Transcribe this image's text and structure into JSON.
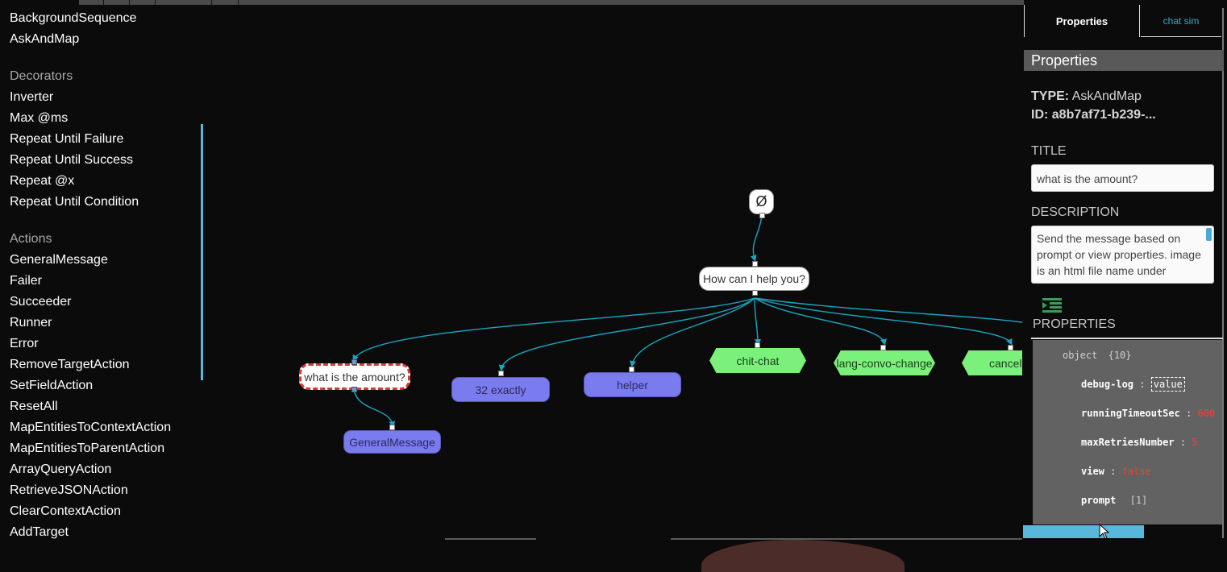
{
  "sidebar": {
    "rows_top": [
      "BackgroundSequence",
      "AskAndMap"
    ],
    "decorators_header": "Decorators",
    "decorators": [
      "Inverter",
      "Max @ms",
      "Repeat Until Failure",
      "Repeat Until Success",
      "Repeat @x",
      "Repeat Until Condition"
    ],
    "actions_header": "Actions",
    "actions": [
      "GeneralMessage",
      "Failer",
      "Succeeder",
      "Runner",
      "Error",
      "RemoveTargetAction",
      "SetFieldAction",
      "ResetAll",
      "MapEntitiesToContextAction",
      "MapEntitiesToParentAction",
      "ArrayQueryAction",
      "RetrieveJSONAction",
      "ClearContextAction",
      "AddTarget"
    ]
  },
  "canvas": {
    "root_symbol": "Ø",
    "nodes": {
      "how_can_i_help": "How can I help you?",
      "what_is_amount": "what is the amount?",
      "exactly_32": "32 exactly",
      "helper": "helper",
      "chit_chat": "chit-chat",
      "lang_convo_change": "lang-convo-change",
      "cancel": "cancel",
      "general_message": "GeneralMessage"
    }
  },
  "panel": {
    "tabs": {
      "properties": "Properties",
      "chat_sim": "chat sim"
    },
    "header": "Properties",
    "type_label": "TYPE:",
    "type_value": "AskAndMap",
    "id_label": "ID:",
    "id_value": "a8b7af71-b239-...",
    "title_label": "TITLE",
    "title_value": "what is the amount?",
    "description_label": "DESCRIPTION",
    "description_value": "Send the message based on prompt or view properties. image is an html file name under",
    "properties_label": "PROPERTIES",
    "json": {
      "root": "object",
      "root_count": "{10}",
      "rows": [
        {
          "key": "debug-log",
          "value": "value",
          "kind": "edit"
        },
        {
          "key": "runningTimeoutSec",
          "value": "600",
          "kind": "num"
        },
        {
          "key": "maxRetriesNumber",
          "value": "5",
          "kind": "num"
        },
        {
          "key": "view",
          "value": "false",
          "kind": "bool"
        },
        {
          "key": "prompt",
          "value": "[1]",
          "kind": "meta"
        }
      ]
    }
  },
  "colors": {
    "accent": "#5eb7d9",
    "edge": "#17a7c2",
    "purple_node": "#7b7bf0",
    "green_node": "#7bf07b",
    "selected_border": "#d93636"
  }
}
